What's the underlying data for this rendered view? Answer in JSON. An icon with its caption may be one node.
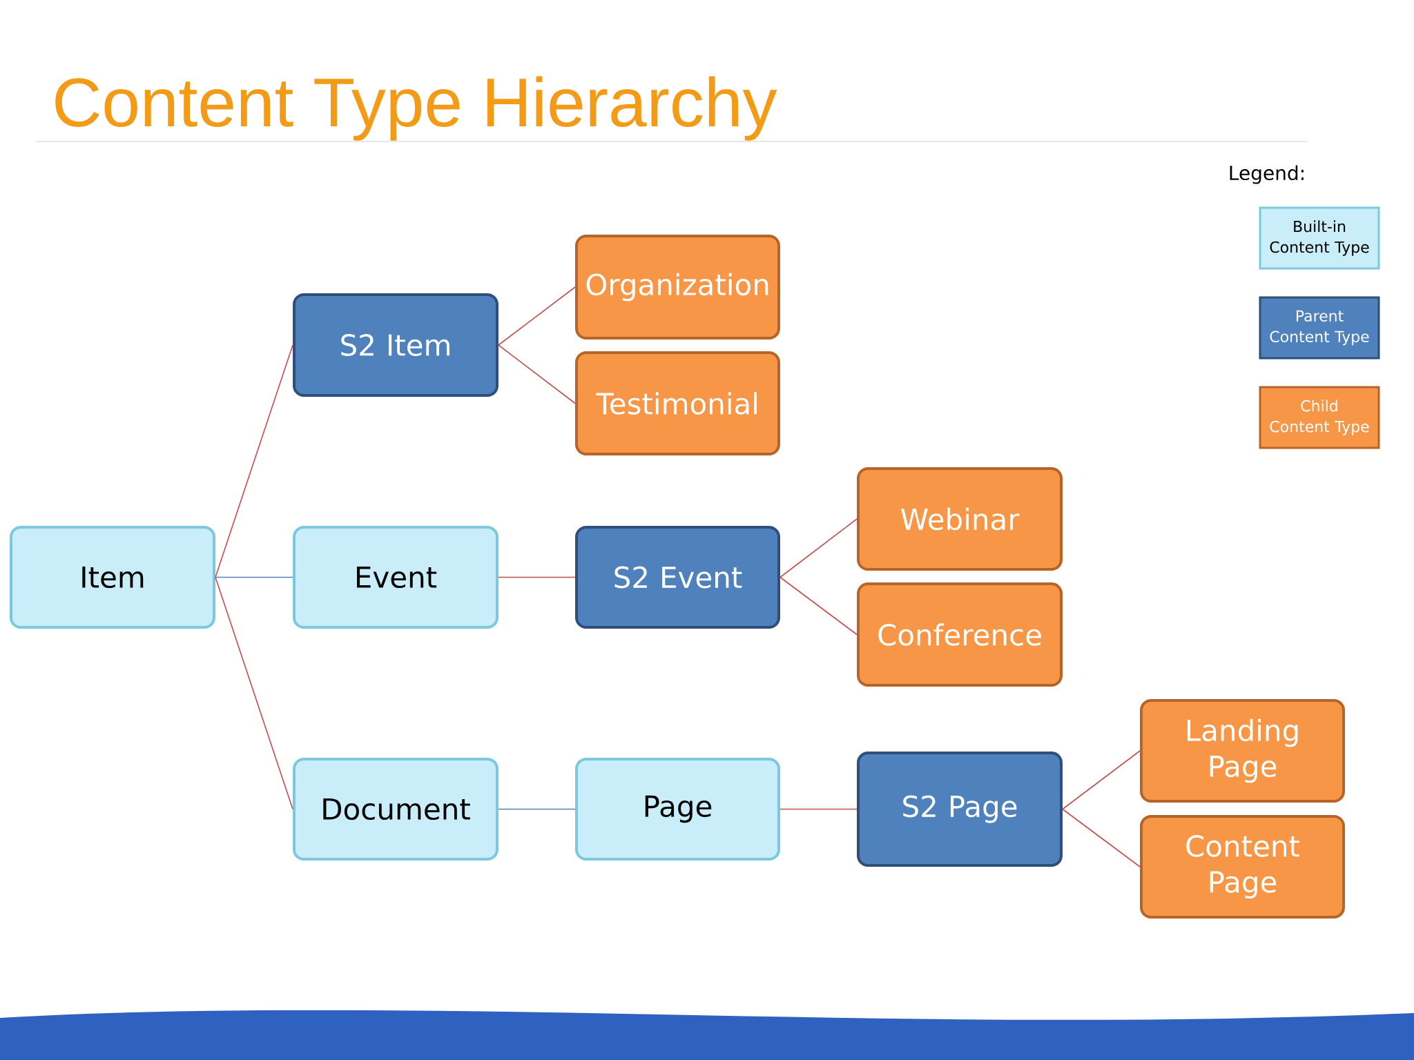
{
  "diagram": {
    "title": "Content Type Hierarchy",
    "nodes": [
      {
        "text": [
          "Item"
        ]
      },
      {
        "text": [
          "S2 Item"
        ]
      },
      {
        "text": [
          "Organization"
        ]
      },
      {
        "text": [
          "Testimonial"
        ]
      },
      {
        "text": [
          "Event"
        ]
      },
      {
        "text": [
          "S2 Event"
        ]
      },
      {
        "text": [
          "Webinar"
        ]
      },
      {
        "text": [
          "Conference"
        ]
      },
      {
        "text": [
          "Document"
        ]
      },
      {
        "text": [
          "Page"
        ]
      },
      {
        "text": [
          "S2 Page"
        ]
      },
      {
        "text": [
          "Landing Page"
        ]
      },
      {
        "text": [
          "Content Page"
        ]
      }
    ],
    "edges": [
      {
        "from": 0,
        "to": 1,
        "arrow": "none"
      },
      {
        "from": 0,
        "to": 4,
        "arrow": "none",
        "color": "#4f81bd"
      },
      {
        "from": 0,
        "to": 8,
        "arrow": "none"
      },
      {
        "from": 1,
        "to": 2,
        "arrow": "none"
      },
      {
        "from": 1,
        "to": 3,
        "arrow": "none"
      },
      {
        "from": 4,
        "to": 5,
        "arrow": "none"
      },
      {
        "from": 5,
        "to": 6,
        "arrow": "none"
      },
      {
        "from": 5,
        "to": 7,
        "arrow": "none"
      },
      {
        "from": 8,
        "to": 9,
        "arrow": "none",
        "color": "#4f81bd"
      },
      {
        "from": 9,
        "to": 10,
        "arrow": "none"
      },
      {
        "from": 10,
        "to": 11,
        "arrow": "none"
      },
      {
        "from": 10,
        "to": 12,
        "arrow": "none"
      }
    ],
    "labels": [
      "Legend:"
    ],
    "legend": [
      {
        "text": "Built-in Content Type",
        "color": "#c9eefa"
      },
      {
        "text": "Parent Content Type",
        "color": "#4f81bd"
      },
      {
        "text": "Child Content Type",
        "color": "#f79646"
      }
    ]
  }
}
